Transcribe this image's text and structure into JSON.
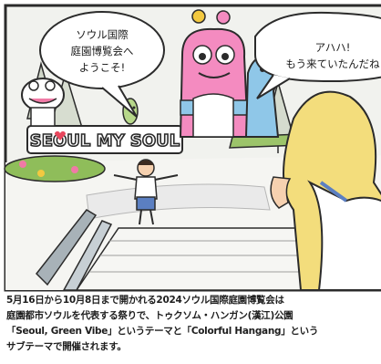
{
  "comic": {
    "bubble_left": [
      "ソウル国際",
      "庭園博覧会へ",
      "ようこそ!"
    ],
    "bubble_right": [
      "アハハ!",
      "もう来ていたんだね"
    ],
    "sign_text": "SEOUL MY SOUL"
  },
  "caption": [
    "5月16日から10月8日まで開かれる2024ソウル国際庭園博覧会は",
    "庭園都市ソウルを代表する祭りで、トゥクソム・ハンガン(漢江)公園",
    "「Seoul, Green Vibe」というテーマと「Colorful Hangang」という",
    "サブテーマで開催されます。"
  ],
  "colors": {
    "outline": "#2b2b2b",
    "sky": "#eef0ec",
    "pink_monster": "#f48bc0",
    "blue_monster": "#8fc7e8",
    "yellow_hair": "#f3dd7c",
    "grass": "#9cc46a"
  }
}
